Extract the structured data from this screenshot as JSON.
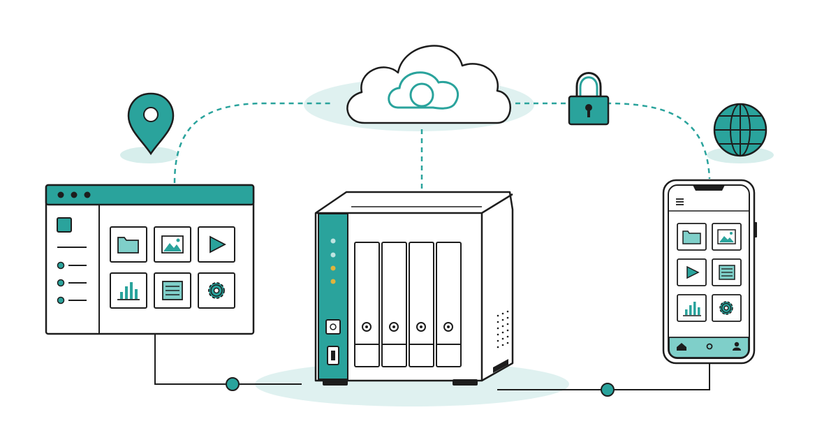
{
  "colors": {
    "teal": "#2aa39c",
    "teal_dark": "#1f8780",
    "teal_light": "#d7eeec",
    "teal_fill": "#7fcfc9",
    "outline": "#1d1d1d",
    "background": "#ffffff",
    "led_yellow": "#e0b43c"
  },
  "icons": {
    "location": "map-pin-icon",
    "cloud": "cloud-sync-icon",
    "lock": "padlock-icon",
    "globe": "globe-icon",
    "desktop_app": "browser-window",
    "nas": "nas-server-4-bay",
    "phone": "smartphone",
    "desktop_tiles": [
      "folder-icon",
      "image-icon",
      "play-icon",
      "bar-chart-icon",
      "document-icon",
      "gear-icon"
    ],
    "phone_tiles": [
      "folder-icon",
      "image-icon",
      "play-icon",
      "document-icon",
      "bar-chart-icon",
      "gear-icon"
    ],
    "phone_nav": [
      "home-icon",
      "dot-icon",
      "user-icon"
    ]
  },
  "nas": {
    "drive_bays": 4,
    "status_leds": [
      "off",
      "off",
      "on",
      "on"
    ]
  },
  "desktop_sidebar_items": 3
}
